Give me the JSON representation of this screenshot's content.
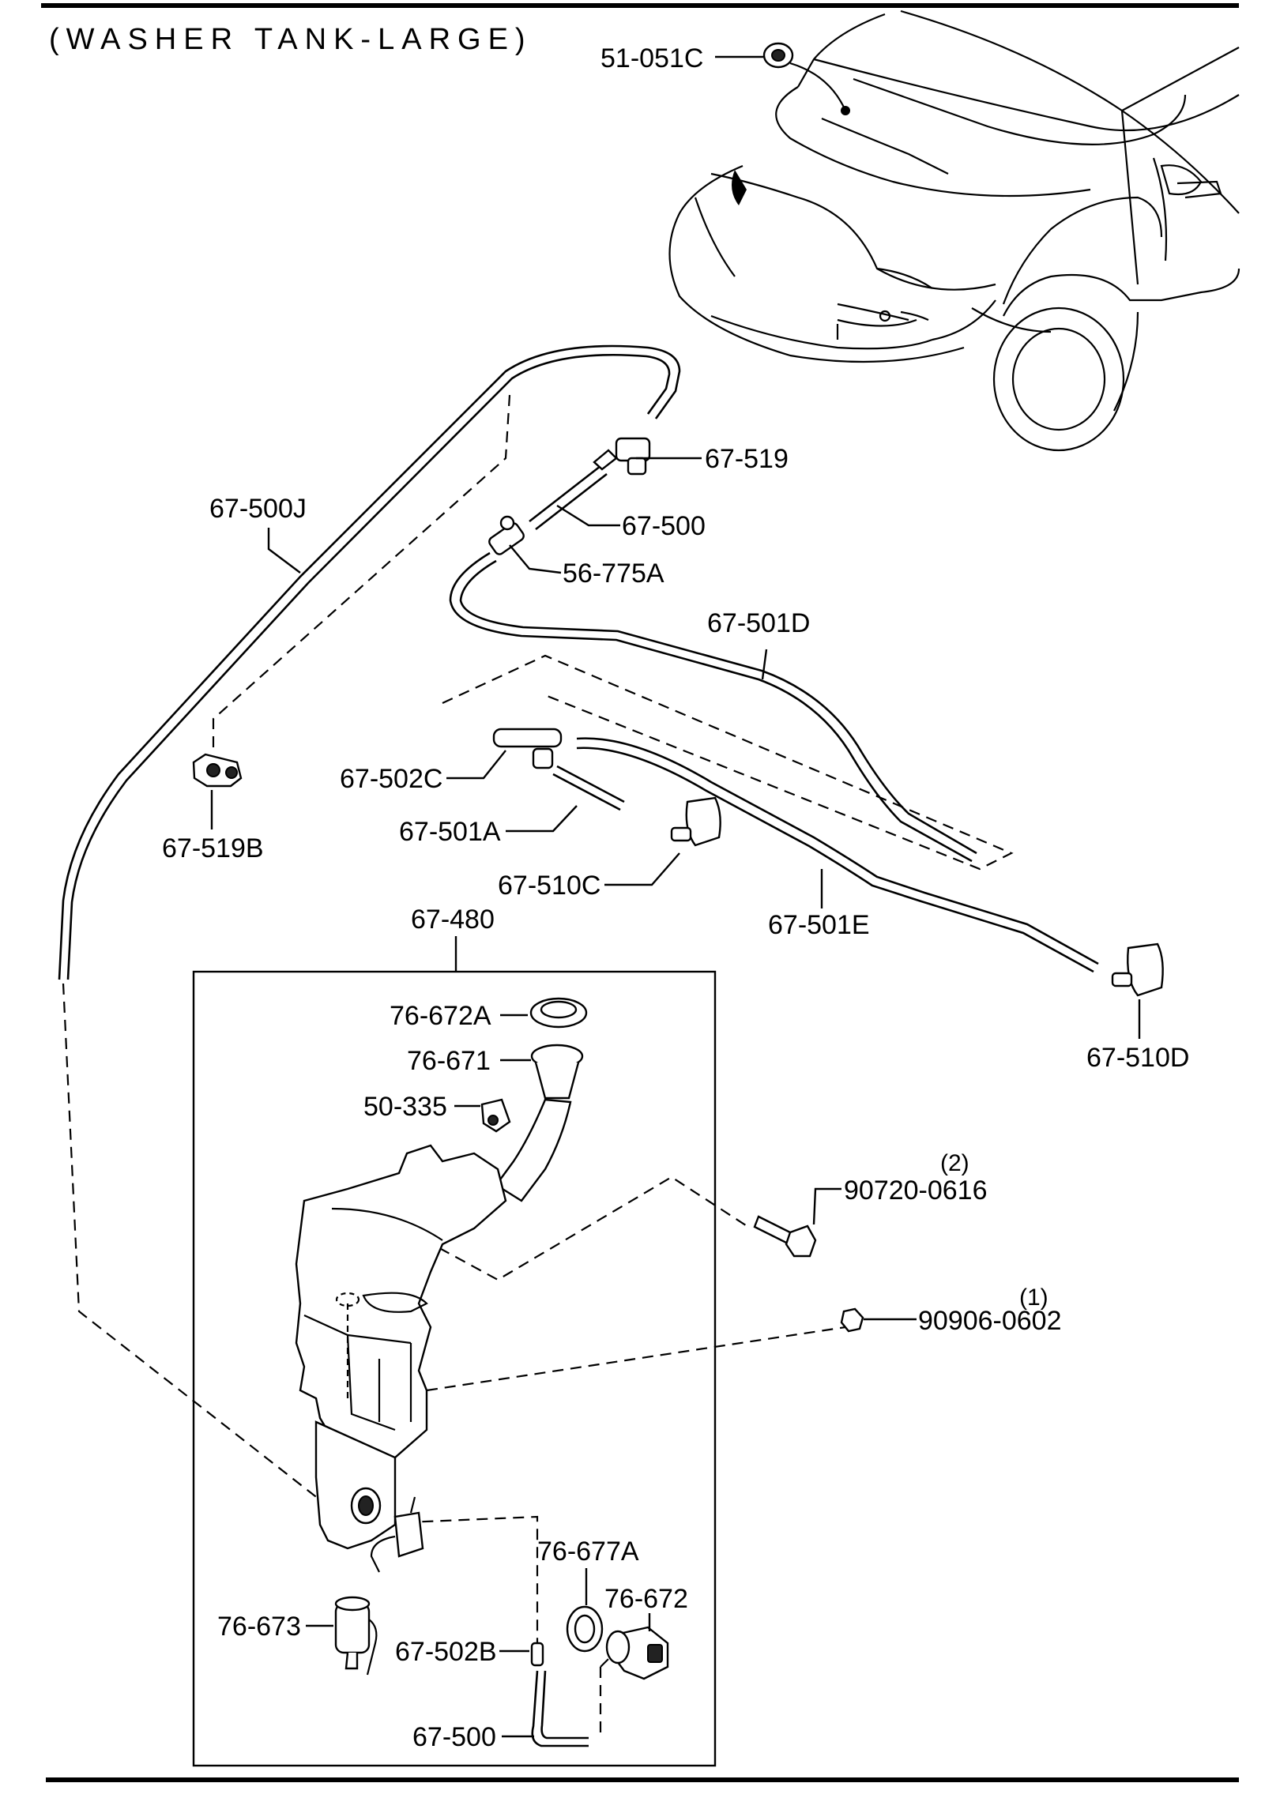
{
  "title": "(WASHER TANK-LARGE)",
  "parts": {
    "p51_051C": "51-051C",
    "p67_519": "67-519",
    "p67_500_top": "67-500",
    "p67_500J": "67-500J",
    "p56_775A": "56-775A",
    "p67_501D": "67-501D",
    "p67_502C": "67-502C",
    "p67_519B": "67-519B",
    "p67_501A": "67-501A",
    "p67_510C": "67-510C",
    "p67_501E": "67-501E",
    "p67_480": "67-480",
    "p67_510D": "67-510D",
    "p76_672A": "76-672A",
    "p76_671": "76-671",
    "p50_335": "50-335",
    "p90720_0616": "90720-0616",
    "p90906_0602": "90906-0602",
    "p76_677A": "76-677A",
    "p76_672": "76-672",
    "p76_673": "76-673",
    "p67_502B": "67-502B",
    "p67_500_bottom": "67-500"
  },
  "quantities": {
    "q90720_0616": "(2)",
    "q90906_0602": "(1)"
  }
}
